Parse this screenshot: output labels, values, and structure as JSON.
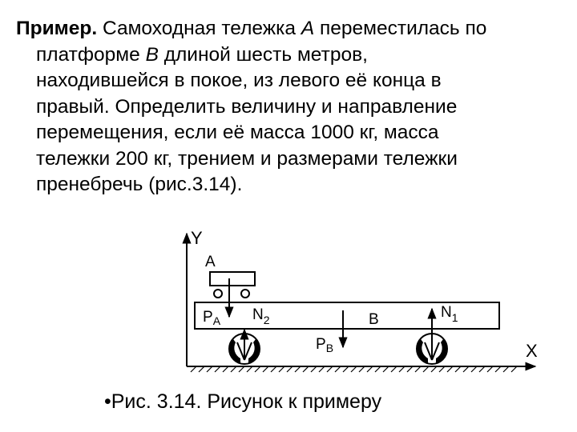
{
  "problem": {
    "label": "Пример.",
    "l1_a": " Самоходная тележка ",
    "l1_italic": "А",
    "l1_b": " переместилась по",
    "l2_a": "платформе ",
    "l2_italic": "В",
    "l2_b": " длиной шесть метров,",
    "l3": "находившейся в покое, из левого её конца в",
    "l4": "правый. Определить величину и направление",
    "l5": "перемещения, если её масса 1000 кг, масса",
    "l6": "тележки 200 кг, трением и размерами тележки",
    "l7": "пренебречь  (рис.3.14)."
  },
  "figure": {
    "axis_y": "Y",
    "axis_x": "X",
    "cart": "A",
    "platform": "B",
    "pa_main": "P",
    "pa_sub": "A",
    "pb_main": "P",
    "pb_sub": "B",
    "n2_main": "N",
    "n2_sub": "2",
    "n1_main": "N",
    "n1_sub": "1"
  },
  "caption": "•Рис. 3.14. Рисунок к примеру"
}
